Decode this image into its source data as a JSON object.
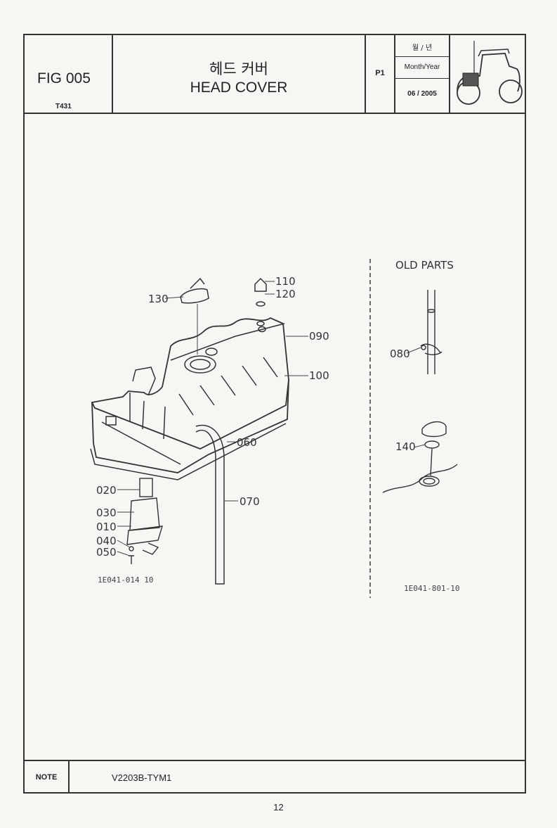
{
  "header": {
    "fig_code": "FIG 005",
    "model": "T431",
    "title_ko": "헤드 커버",
    "title_en": "HEAD COVER",
    "page": "P1",
    "month_year_ko": "월 / 년",
    "month_year_en": "Month/Year",
    "date": "06 / 2005"
  },
  "diagram": {
    "main_code": "1E041-014 10",
    "old_parts_title": "OLD PARTS",
    "old_code": "1E041-801-10",
    "callouts": [
      "110",
      "120",
      "130",
      "090",
      "100",
      "060",
      "070",
      "020",
      "030",
      "010",
      "040",
      "050"
    ],
    "old_callouts": [
      "080",
      "140"
    ]
  },
  "note": {
    "label": "NOTE",
    "value": "V2203B-TYM1"
  },
  "page_number": "12"
}
